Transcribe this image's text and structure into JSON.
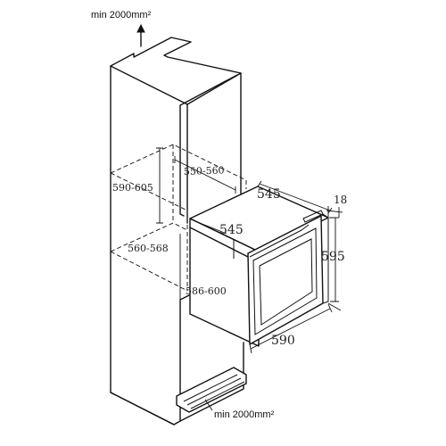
{
  "labels": {
    "airflow_top": "min 2000mm²",
    "airflow_bottom": "min 2000mm²",
    "niche_depth": "550-560",
    "niche_height": "590-605",
    "niche_width_front": "560-568",
    "niche_width_side": "586-600",
    "appliance_depth_outer": "545",
    "appliance_depth_inner": "545",
    "frame_depth": "18",
    "appliance_height": "595",
    "appliance_width": "590"
  },
  "icons": {
    "airflow_top": "arrow-up-icon"
  }
}
